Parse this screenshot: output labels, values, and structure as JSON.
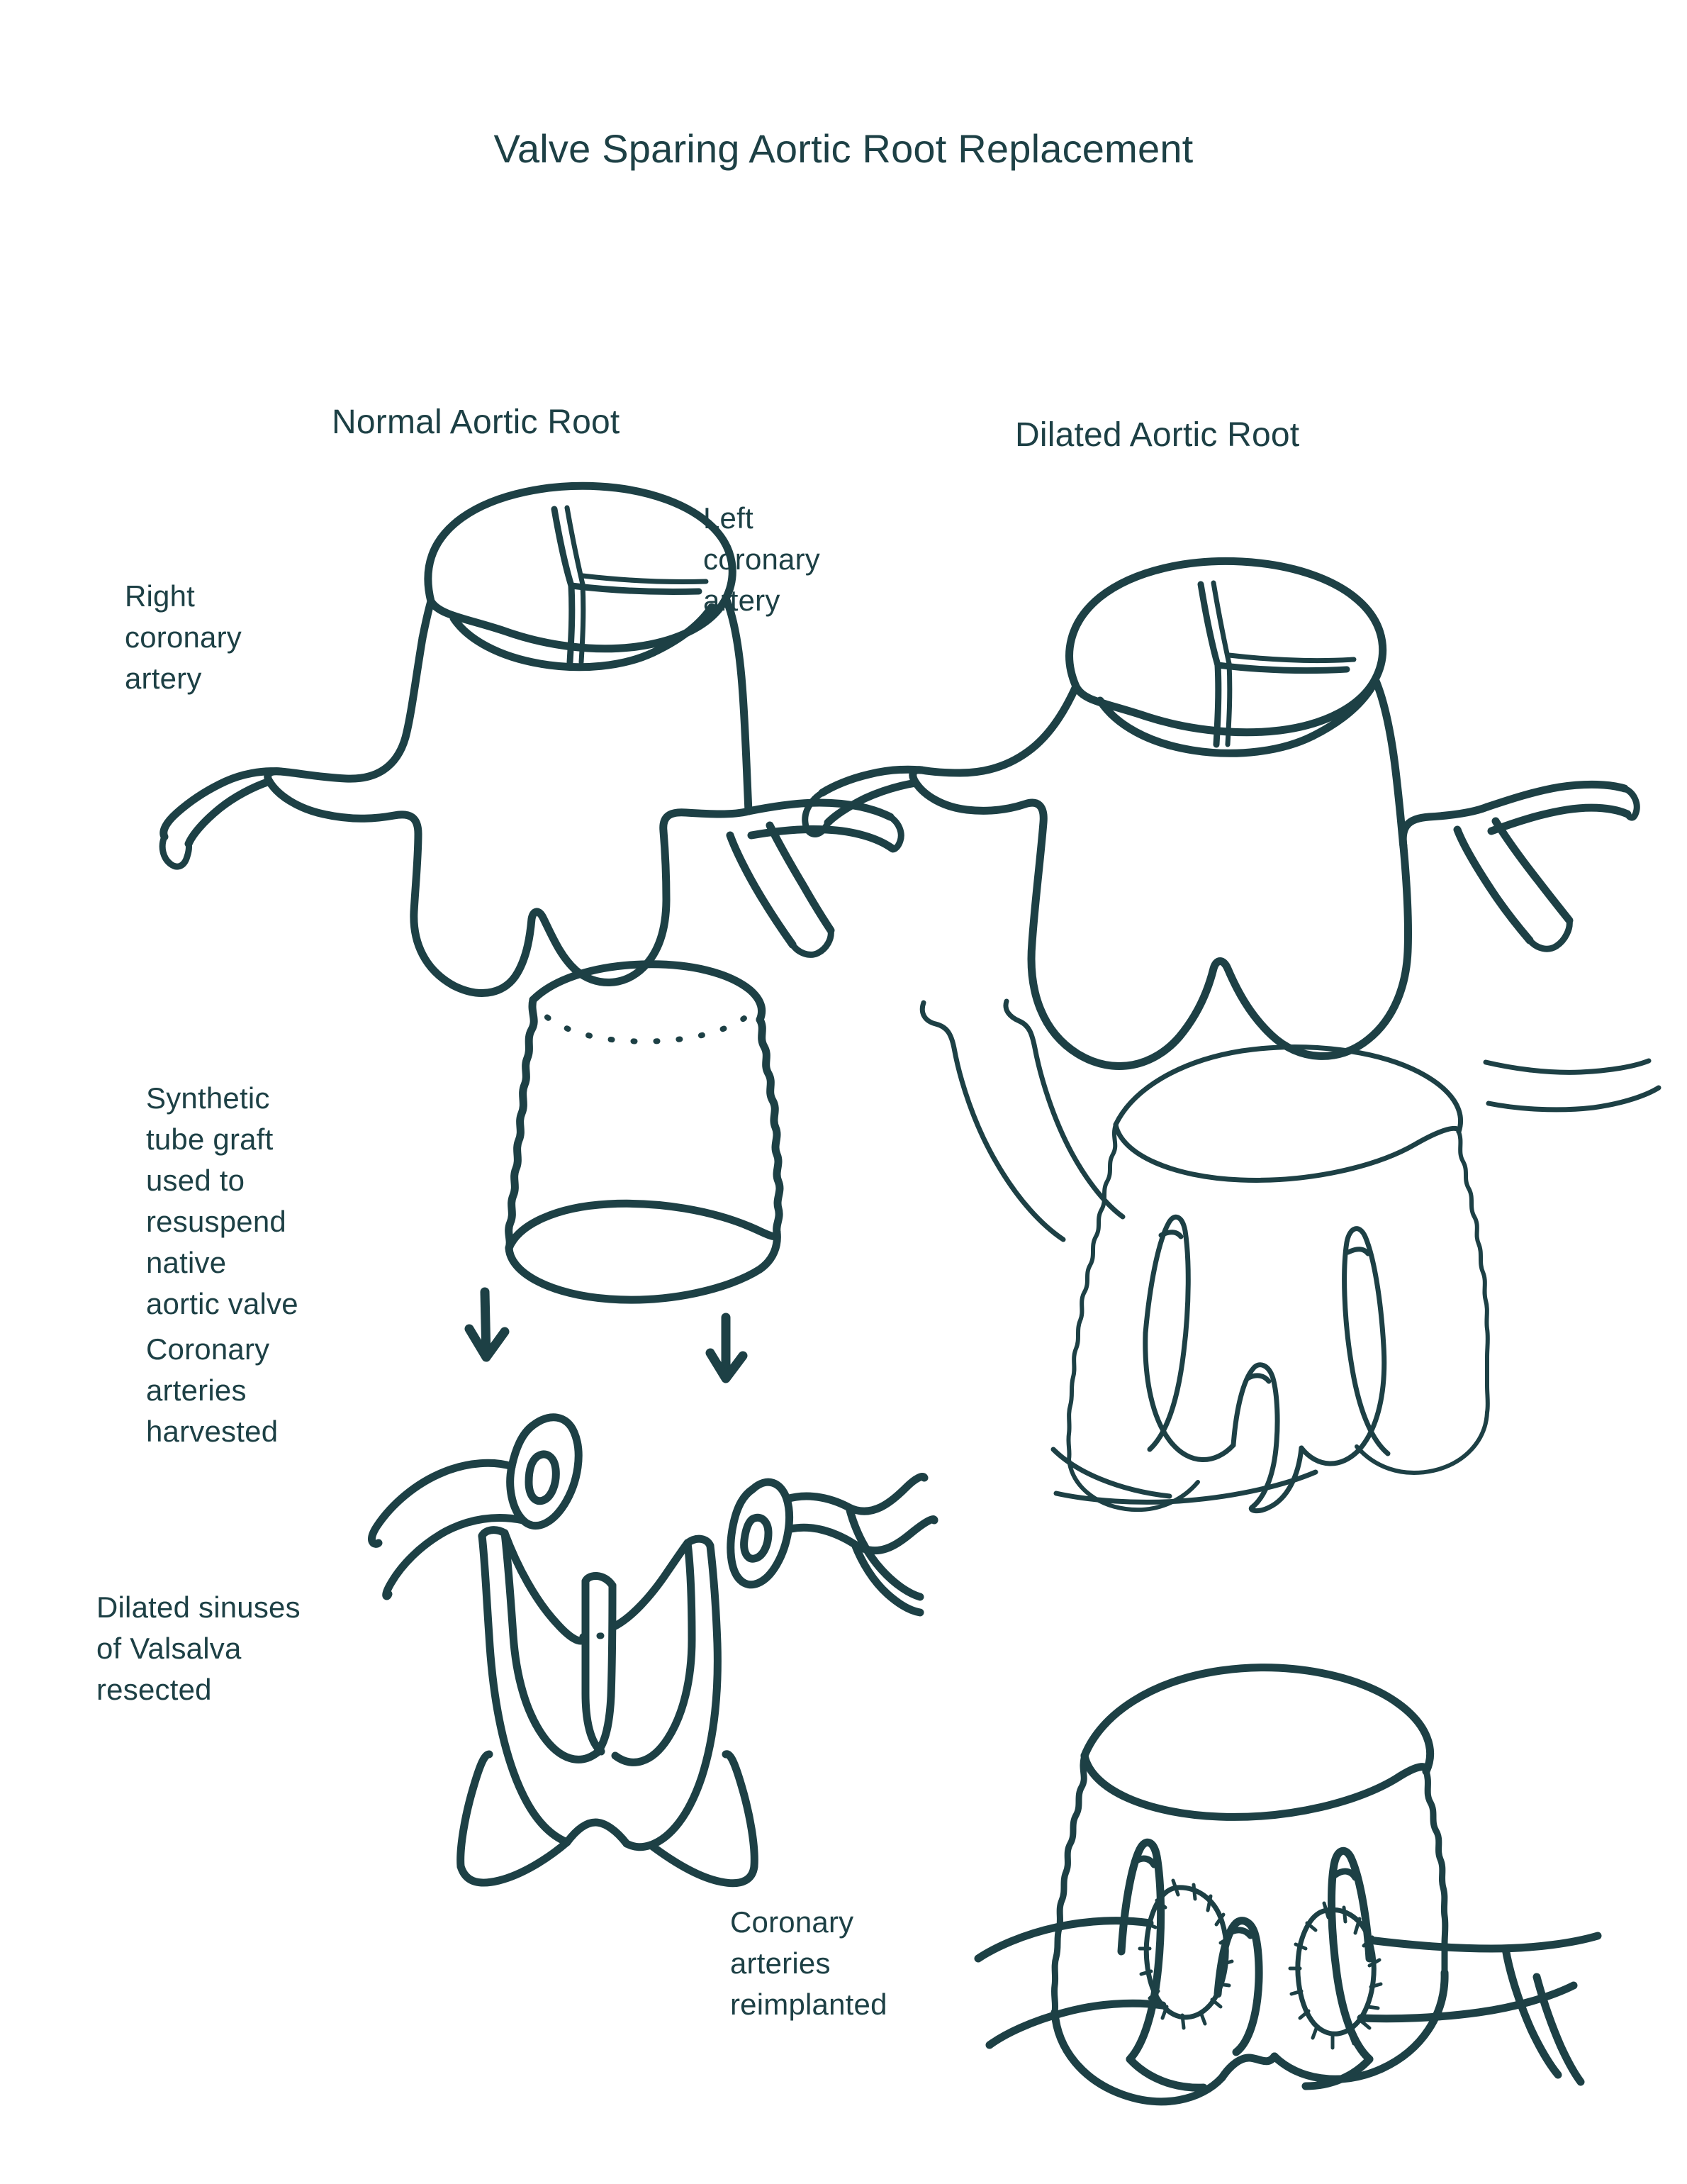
{
  "page": {
    "title": "Valve Sparing Aortic Root Replacement",
    "ink_color": "#1d4045",
    "background_color": "#ffffff"
  },
  "headings": {
    "normal_root": "Normal Aortic Root",
    "dilated_root": "Dilated Aortic Root"
  },
  "labels": {
    "right_coronary_artery": "Right\ncoronary\nartery",
    "left_coronary_artery": "Left\ncoronary\nartery",
    "synthetic_tube_graft": "Synthetic\ntube graft\nused to\nresuspend\nnative\naortic valve",
    "coronary_arteries_harvested": "Coronary\narteries\nharvested",
    "dilated_sinuses_resected": "Dilated sinuses\nof Valsalva\nresected",
    "coronary_arteries_reimplanted": "Coronary\narteries\nreimplanted"
  },
  "illustrations": [
    {
      "name": "normal-aortic-root",
      "column": "left",
      "row": 1,
      "description": "Normal aortic root: scalloped sinuses of Valsalva with trileaflet valve seen from above, right and left coronary artery stumps"
    },
    {
      "name": "dilated-aortic-root",
      "column": "right",
      "row": 1,
      "description": "Dilated aortic root: enlarged sinuses of Valsalva with trileaflet valve seen from above and coronary artery stumps"
    },
    {
      "name": "synthetic-tube-graft",
      "column": "left",
      "row": 2,
      "description": "Crimped synthetic Dacron tube graft cylinder with dotted back rim"
    },
    {
      "name": "graft-with-resuspended-valve",
      "column": "right",
      "row": 2,
      "description": "Tube graft with native aortic valve resuspended inside, coronary artery stumps free"
    },
    {
      "name": "harvested-coronary-buttons",
      "column": "left",
      "row": 3,
      "description": "Left and right coronary artery buttons harvested as ovals of aortic wall"
    },
    {
      "name": "resected-valve",
      "column": "left",
      "row": 3,
      "description": "Native aortic valve with dilated sinuses of Valsalva resected away leaving leaflets and commissures"
    },
    {
      "name": "completed-repair",
      "column": "right",
      "row": 4,
      "description": "Completed valve sparing root replacement with coronary buttons sutured into the graft"
    }
  ],
  "annotations": {
    "arrows": [
      {
        "name": "arrow-down-left",
        "direction": "down"
      },
      {
        "name": "arrow-down-right",
        "direction": "down"
      }
    ]
  }
}
